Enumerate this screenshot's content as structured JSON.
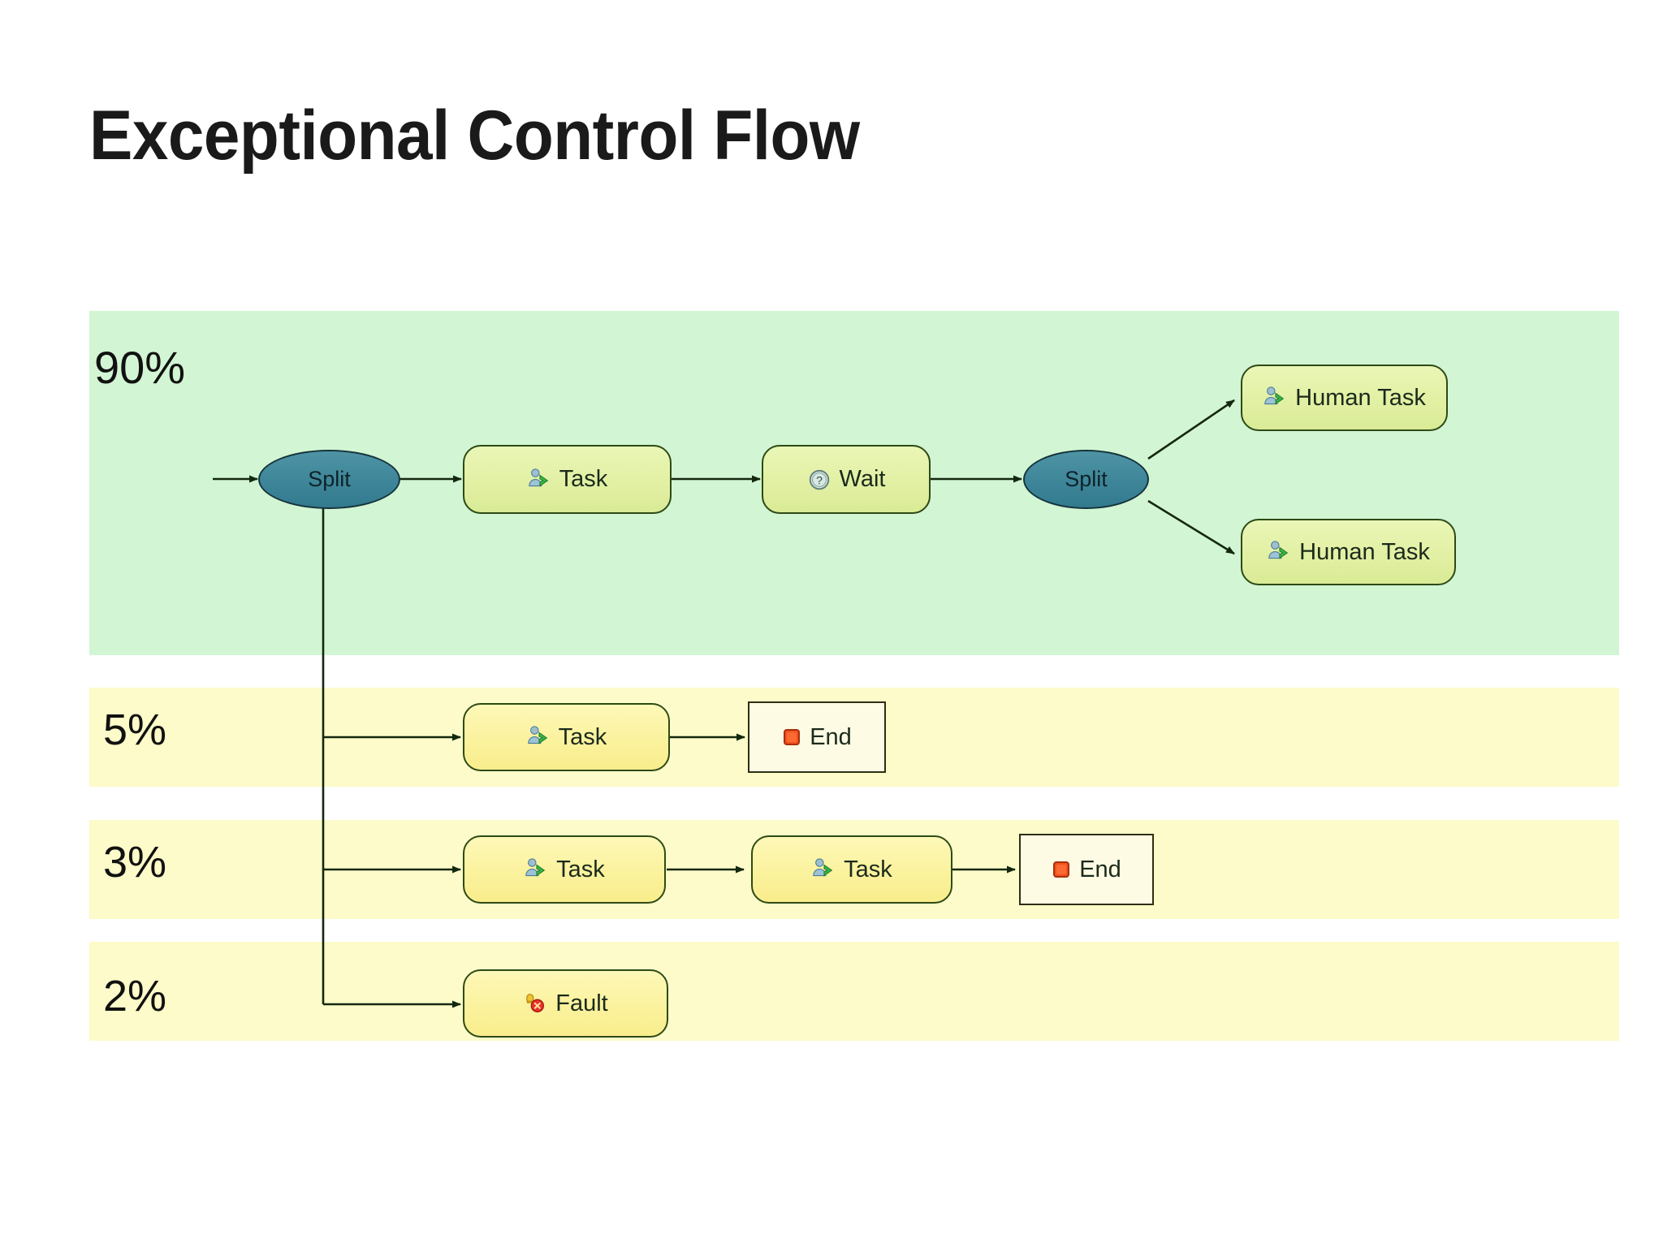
{
  "slide": {
    "title": "Exceptional Control Flow",
    "background": "#ffffff"
  },
  "colors": {
    "band_green": "#d2f5d4",
    "band_yellow": "#fcfbc9",
    "split_fill": "#3d8498",
    "task_green_fill": "#e2f0a4",
    "task_yellow_fill": "#fbf29e",
    "end_fill": "#fdfbe4",
    "end_icon": "#f4501e",
    "node_border": "#2d4a16",
    "edge": "#14280f",
    "text": "#1b2a1b"
  },
  "bands": [
    {
      "id": "band-90",
      "percent": "90%",
      "tone": "green"
    },
    {
      "id": "band-5",
      "percent": "5%",
      "tone": "yellow"
    },
    {
      "id": "band-3",
      "percent": "3%",
      "tone": "yellow"
    },
    {
      "id": "band-2",
      "percent": "2%",
      "tone": "yellow"
    }
  ],
  "nodes": {
    "split_1": {
      "label": "Split",
      "type": "split",
      "icon": "none"
    },
    "task_main": {
      "label": "Task",
      "type": "task",
      "icon": "person-task-icon"
    },
    "wait": {
      "label": "Wait",
      "type": "task",
      "icon": "question-circle-icon"
    },
    "split_2": {
      "label": "Split",
      "type": "split",
      "icon": "none"
    },
    "human_task_1": {
      "label": "Human Task",
      "type": "task",
      "icon": "person-task-icon"
    },
    "human_task_2": {
      "label": "Human Task",
      "type": "task",
      "icon": "person-task-icon"
    },
    "task_5pct": {
      "label": "Task",
      "type": "task",
      "icon": "person-task-icon"
    },
    "end_5pct": {
      "label": "End",
      "type": "end",
      "icon": "stop-square-icon"
    },
    "task_3pct_a": {
      "label": "Task",
      "type": "task",
      "icon": "person-task-icon"
    },
    "task_3pct_b": {
      "label": "Task",
      "type": "task",
      "icon": "person-task-icon"
    },
    "end_3pct": {
      "label": "End",
      "type": "end",
      "icon": "stop-square-icon"
    },
    "fault_2pct": {
      "label": "Fault",
      "type": "task",
      "icon": "fault-alarm-icon"
    }
  }
}
